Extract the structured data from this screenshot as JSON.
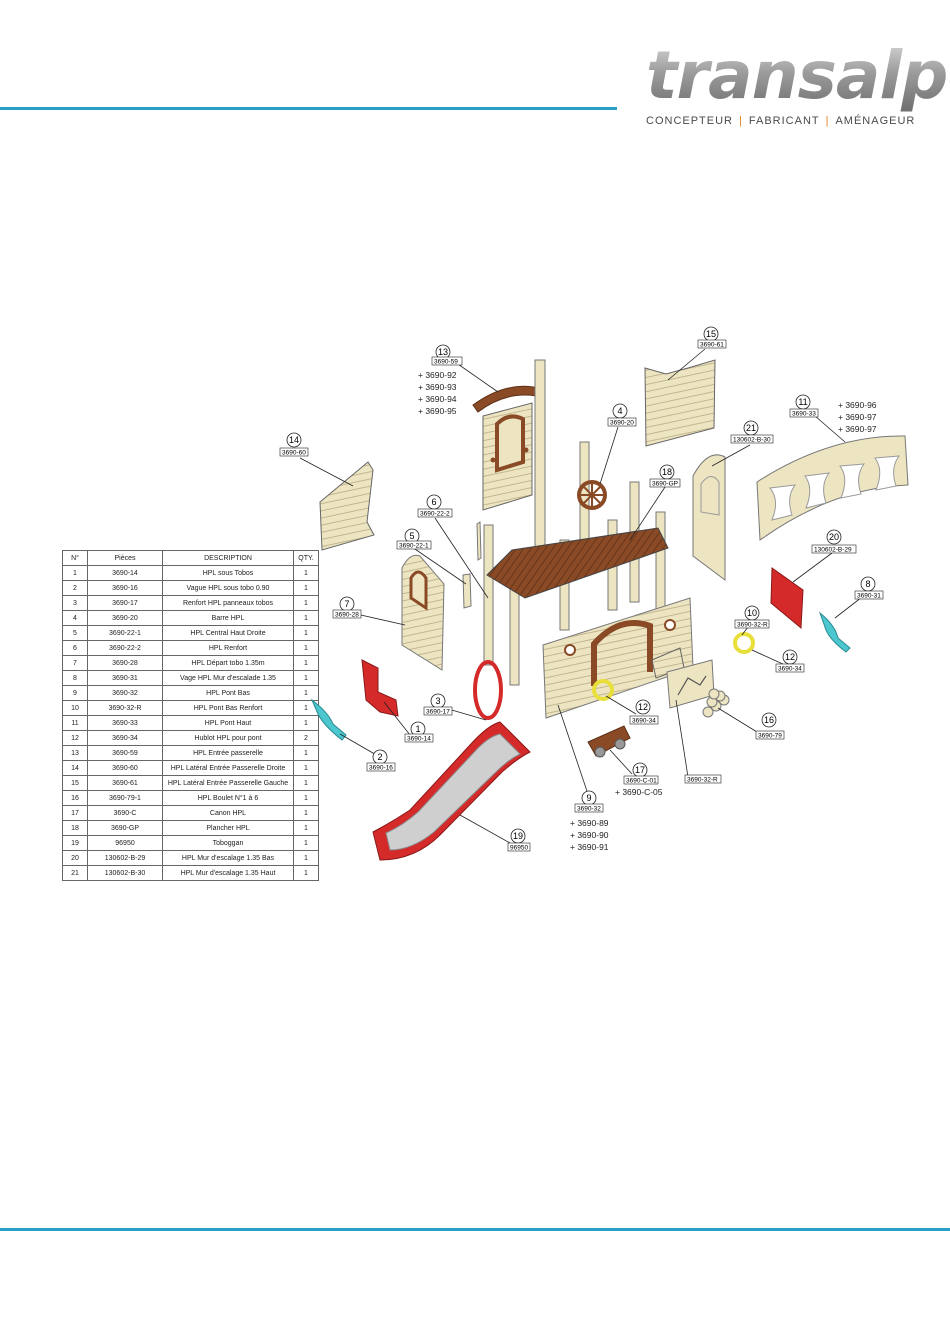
{
  "brand": {
    "name": "transalp",
    "tagline": [
      "CONCEPTEUR",
      "FABRICANT",
      "AMÉNAGEUR"
    ],
    "separator": "|"
  },
  "table": {
    "headers": [
      "N°",
      "Pièces",
      "DESCRIPTION",
      "QTY."
    ],
    "rows": [
      [
        "1",
        "3690-14",
        "HPL sous Tobos",
        "1"
      ],
      [
        "2",
        "3690-16",
        "Vague HPL sous tobo 0.90",
        "1"
      ],
      [
        "3",
        "3690-17",
        "Renfort HPL panneaux tobos",
        "1"
      ],
      [
        "4",
        "3690-20",
        "Barre HPL",
        "1"
      ],
      [
        "5",
        "3690-22-1",
        "HPL Central Haut Droite",
        "1"
      ],
      [
        "6",
        "3690-22-2",
        "HPL Renfort",
        "1"
      ],
      [
        "7",
        "3690-28",
        "HPL Départ tobo 1.35m",
        "1"
      ],
      [
        "8",
        "3690-31",
        "Vage HPL Mur d'escalade 1.35",
        "1"
      ],
      [
        "9",
        "3690-32",
        "HPL Pont Bas",
        "1"
      ],
      [
        "10",
        "3690-32-R",
        "HPL Pont Bas Renfort",
        "1"
      ],
      [
        "11",
        "3690-33",
        "HPL Pont Haut",
        "1"
      ],
      [
        "12",
        "3690-34",
        "Hublot HPL pour pont",
        "2"
      ],
      [
        "13",
        "3690-59",
        "HPL Entrée passerelle",
        "1"
      ],
      [
        "14",
        "3690-60",
        "HPL Latéral Entrée Passerelle Droite",
        "1"
      ],
      [
        "15",
        "3690-61",
        "HPL Latéral Entrée Passerelle Gauche",
        "1"
      ],
      [
        "16",
        "3690-79-1",
        "HPL Boulet N°1 à 6",
        "1"
      ],
      [
        "17",
        "3690-C",
        "Canon HPL",
        "1"
      ],
      [
        "18",
        "3690-GP",
        "Plancher HPL",
        "1"
      ],
      [
        "19",
        "96950",
        "Toboggan",
        "1"
      ],
      [
        "20",
        "130602-B-29",
        "HPL Mur d'escalage 1.35 Bas",
        "1"
      ],
      [
        "21",
        "130602-B-30",
        "HPL Mur d'escalage 1.35 Haut",
        "1"
      ]
    ]
  },
  "callouts": [
    {
      "num": "13",
      "ref": "3690-59"
    },
    {
      "num": "15",
      "ref": "3690-61"
    },
    {
      "num": "4",
      "ref": "3690-20"
    },
    {
      "num": "11",
      "ref": "3690-33"
    },
    {
      "num": "21",
      "ref": "130602-B-30"
    },
    {
      "num": "14",
      "ref": "3690-60"
    },
    {
      "num": "18",
      "ref": "3690-GP"
    },
    {
      "num": "6",
      "ref": "3690-22-2"
    },
    {
      "num": "5",
      "ref": "3690-22-1"
    },
    {
      "num": "20",
      "ref": "130602-B-29"
    },
    {
      "num": "8",
      "ref": "3690-31"
    },
    {
      "num": "7",
      "ref": "3690-28"
    },
    {
      "num": "10",
      "ref": "3690-32-R"
    },
    {
      "num": "12",
      "ref": "3690-34"
    },
    {
      "num": "3",
      "ref": "3690-17"
    },
    {
      "num": "12",
      "ref": "3690-34"
    },
    {
      "num": "1",
      "ref": "3690-14"
    },
    {
      "num": "16",
      "ref": "3690-79"
    },
    {
      "num": "2",
      "ref": "3690-16"
    },
    {
      "num": "17",
      "ref": "3690-C-01"
    },
    {
      "num": "9",
      "ref": "3690-32"
    },
    {
      "num": "19",
      "ref": "96950"
    }
  ],
  "extra_refs": {
    "c13": [
      "+ 3690-92",
      "+ 3690-93",
      "+ 3690-94",
      "+ 3690-95"
    ],
    "c11": [
      "+ 3690-96",
      "+ 3690-97",
      "+ 3690-97"
    ],
    "c17": [
      "+ 3690-C-05"
    ],
    "c9": [
      "+ 3690-89",
      "+ 3690-90",
      "+ 3690-91"
    ]
  },
  "colors": {
    "accent_rule": "#2aa0c6",
    "panel_wood": "#ede5c2",
    "deck_wood": "#8a4a26",
    "slide_red": "#d42a2a",
    "porthole_yellow": "#e8df3a",
    "wave_cyan": "#4cc6cf"
  }
}
